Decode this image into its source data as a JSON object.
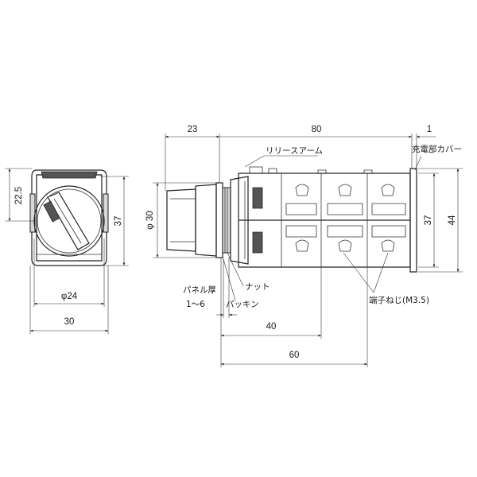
{
  "front_view": {
    "dim_height_right": "37",
    "dim_height_left": "22.5",
    "dim_knob_dia": "φ24",
    "dim_width": "30"
  },
  "side_view": {
    "dim_front_depth": "23",
    "dim_body_length": "80",
    "dim_cover_gap": "1",
    "dim_collar_dia": "φ 30",
    "dim_block_height": "37",
    "dim_total_height": "44",
    "dim_to_block1": "40",
    "dim_to_block2": "60"
  },
  "labels": {
    "release_arm": "リリースアーム",
    "live_cover": "充電部カバー",
    "panel_thickness": "パネル厚",
    "panel_range": "1～6",
    "nut": "ナット",
    "packing": "パッキン",
    "terminal_screw": "端子ねじ(M3.5)"
  }
}
